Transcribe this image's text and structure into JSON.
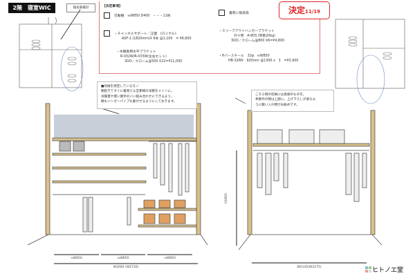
{
  "header": {
    "title": "2階　寝室WIC",
    "fan_label": "換気扇検討"
  },
  "decision": {
    "heading": "【決定事項】",
    "stamp_main": "決定",
    "stamp_date": "11/19",
    "items": [
      {
        "line1": "可動棚　≒W850 D400　・・・11枚"
      },
      {
        "line1": "・チャンネルサポート／正面　(ロイヤル)",
        "line2": "ASF-1 (1820mm)X 6本 @1,100　= ¥6,600"
      },
      {
        "line1": "・木棚専用水平ブラケット",
        "line2": "R-032W/R-033W(左右セット)",
        "line3": "3OO／クローム@500 X22=¥11,000"
      },
      {
        "line1": "書斎に換気扇"
      },
      {
        "line1": "・スリーブアウトハンガーブラケット",
        "line2": "外々用　A-80S (荷重20kg)",
        "line3": "3OO／クローム@800 X6=¥4,800"
      },
      {
        "line1": "・Hバースチール　32φ　≒W850",
        "line2": "HB-32RN　920mm @1300 x　3　=¥3,900"
      }
    ]
  },
  "notes": {
    "left": [
      "■収納を想定しているモノ",
      "朝起きてすぐに着替える旦那様の洋服をメインに。",
      "洋服量や使い勝手のいい組み合わせにできるよう、",
      "棚もハンガーパイプも動かせるようにしておきます。"
    ],
    "right": [
      "こちら側の収納には奥様のものを。",
      "季節外の物は上部に。上げ下ろしが楽なよ",
      "うに軽い入れ物がお勧めです。"
    ]
  },
  "dimensions": {
    "left_segments": [
      "≒W850",
      "≒W850",
      "≒W850"
    ],
    "left_total": "W2600 (W2730)",
    "right_total": "W2145(W2275)",
    "height": "H1800"
  },
  "logo": {
    "text": "ヒトノエ堂"
  },
  "colors": {
    "accent": "#d22222",
    "wood": "#d9c08a"
  }
}
